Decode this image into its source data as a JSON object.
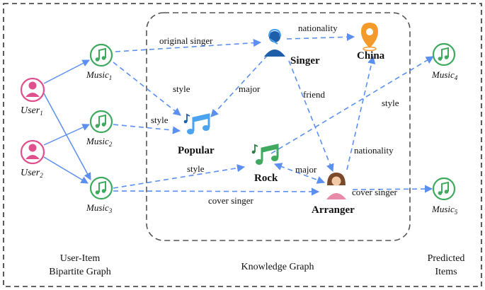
{
  "nodes": {
    "user1": {
      "label": "User",
      "sub": "1"
    },
    "user2": {
      "label": "User",
      "sub": "2"
    },
    "music1": {
      "label": "Music",
      "sub": "1"
    },
    "music2": {
      "label": "Music",
      "sub": "2"
    },
    "music3": {
      "label": "Music",
      "sub": "3"
    },
    "music4": {
      "label": "Music",
      "sub": "4"
    },
    "music5": {
      "label": "Music",
      "sub": "5"
    },
    "singer": {
      "label": "Singer"
    },
    "china": {
      "label": "China"
    },
    "popular": {
      "label": "Popular"
    },
    "rock": {
      "label": "Rock"
    },
    "arranger": {
      "label": "Arranger"
    }
  },
  "edges": {
    "original_singer": "original singer",
    "nationality_top": "nationality",
    "style_music1": "style",
    "major_singer": "major",
    "friend": "friend",
    "style_music2": "style",
    "style_music4": "style",
    "nationality_arranger": "nationality",
    "style_music3": "style",
    "major_arranger": "major",
    "cover_singer_bottom": "cover singer",
    "cover_singer_right": "cover singer"
  },
  "sections": {
    "left_line1": "User-Item",
    "left_line2": "Bipartite Graph",
    "middle": "Knowledge Graph",
    "right_line1": "Predicted",
    "right_line2": "Items"
  },
  "colors": {
    "user": "#e0508c",
    "music": "#3fa95f",
    "edge": "#5b8ff0",
    "china_pin": "#f39a2b",
    "popular_note": "#4aa3f0",
    "singer_icon": "#1f5ea8"
  }
}
